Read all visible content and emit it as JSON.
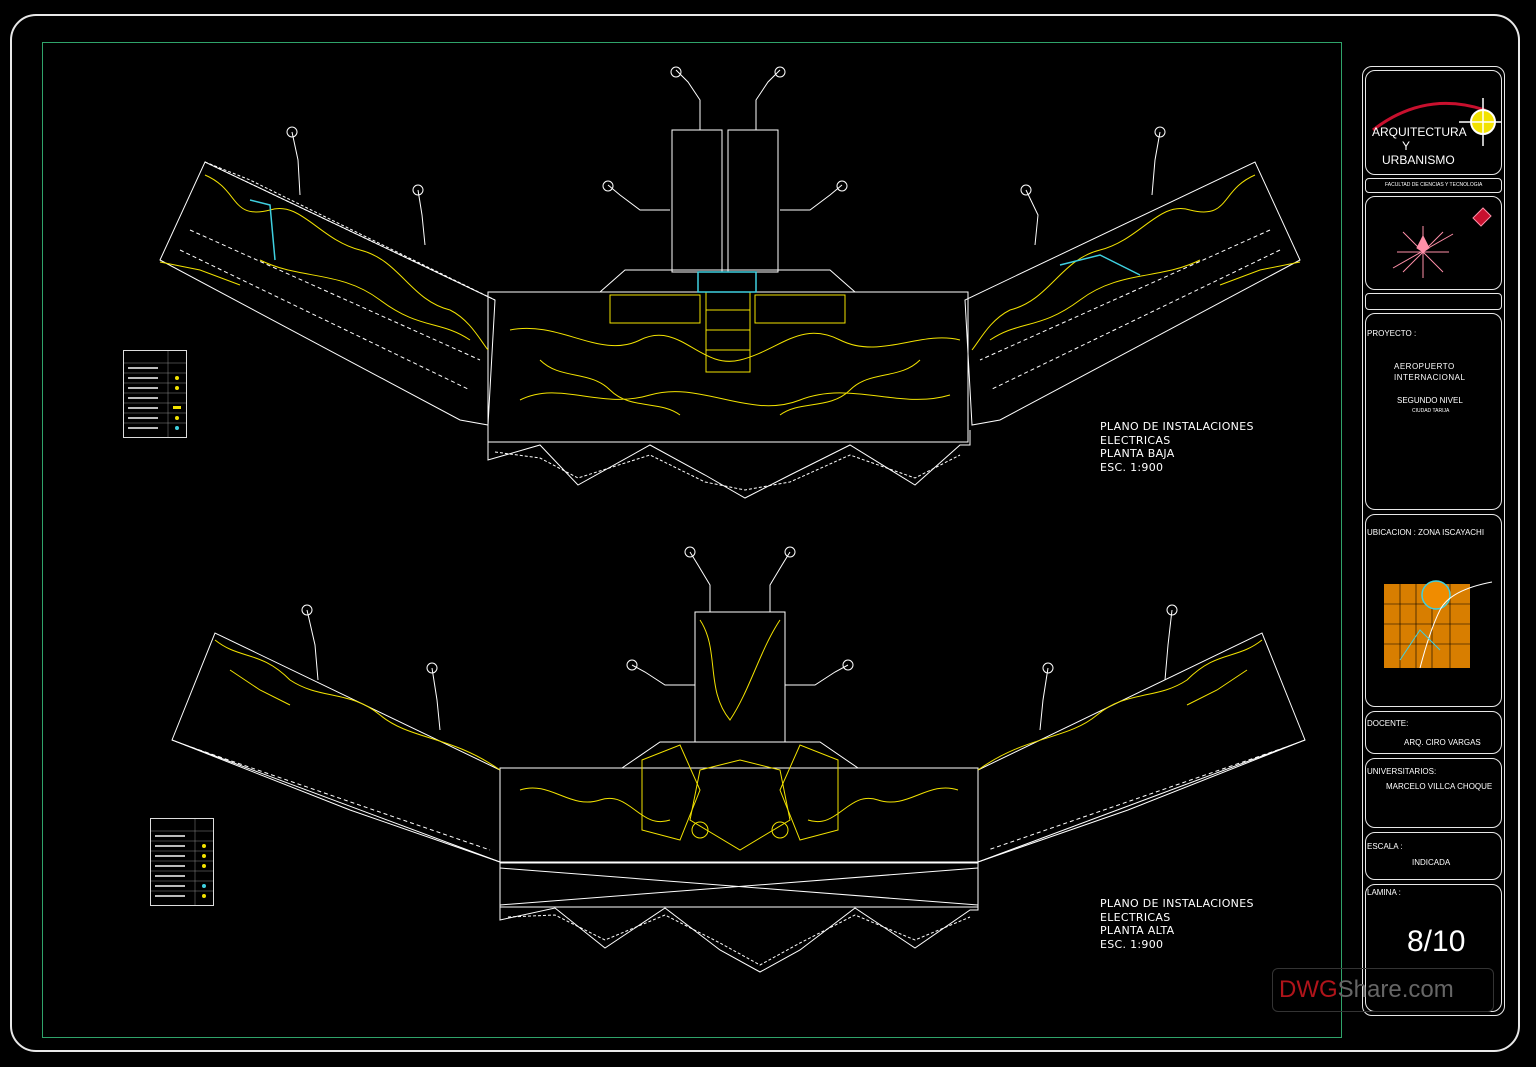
{
  "plans": [
    {
      "lines": [
        "PLANO DE INSTALACIONES",
        "ELECTRICAS",
        "PLANTA BAJA",
        "ESC. 1:900"
      ]
    },
    {
      "lines": [
        "PLANO DE INSTALACIONES",
        "ELECTRICAS",
        "PLANTA ALTA",
        "ESC. 1:900"
      ]
    }
  ],
  "title_block": {
    "logo": {
      "line1": "ARQUITECTURA",
      "line2": "Y",
      "line3": "URBANISMO"
    },
    "faculty": "FACULTAD DE CIENCIAS Y TECNOLOGIA",
    "proyecto_label": "PROYECTO :",
    "proyecto_line1": "AEROPUERTO",
    "proyecto_line2": "INTERNACIONAL",
    "proyecto_line3": "SEGUNDO NIVEL",
    "proyecto_line4": "CIUDAD TARIJA",
    "ubicacion_label": "UBICACION : ZONA ISCAYACHI",
    "docente_label": "DOCENTE:",
    "docente_value": "ARQ. CIRO VARGAS",
    "universitarios_label": "UNIVERSITARIOS:",
    "universitarios_value": "MARCELO VILLCA CHOQUE",
    "escala_label": "ESCALA :",
    "escala_value": "INDICADA",
    "lamina_label": "LAMINA :",
    "lamina_value": "8/10"
  },
  "watermark": {
    "part1": "DWG",
    "part2": "Share.com"
  },
  "colors": {
    "lines": "#ffffff",
    "electrical": "#f2e200",
    "accent_cyan": "#3fd0e0",
    "frame_green": "#2fa36a",
    "logo_red": "#c8102e",
    "location_orange": "#f08c00"
  }
}
